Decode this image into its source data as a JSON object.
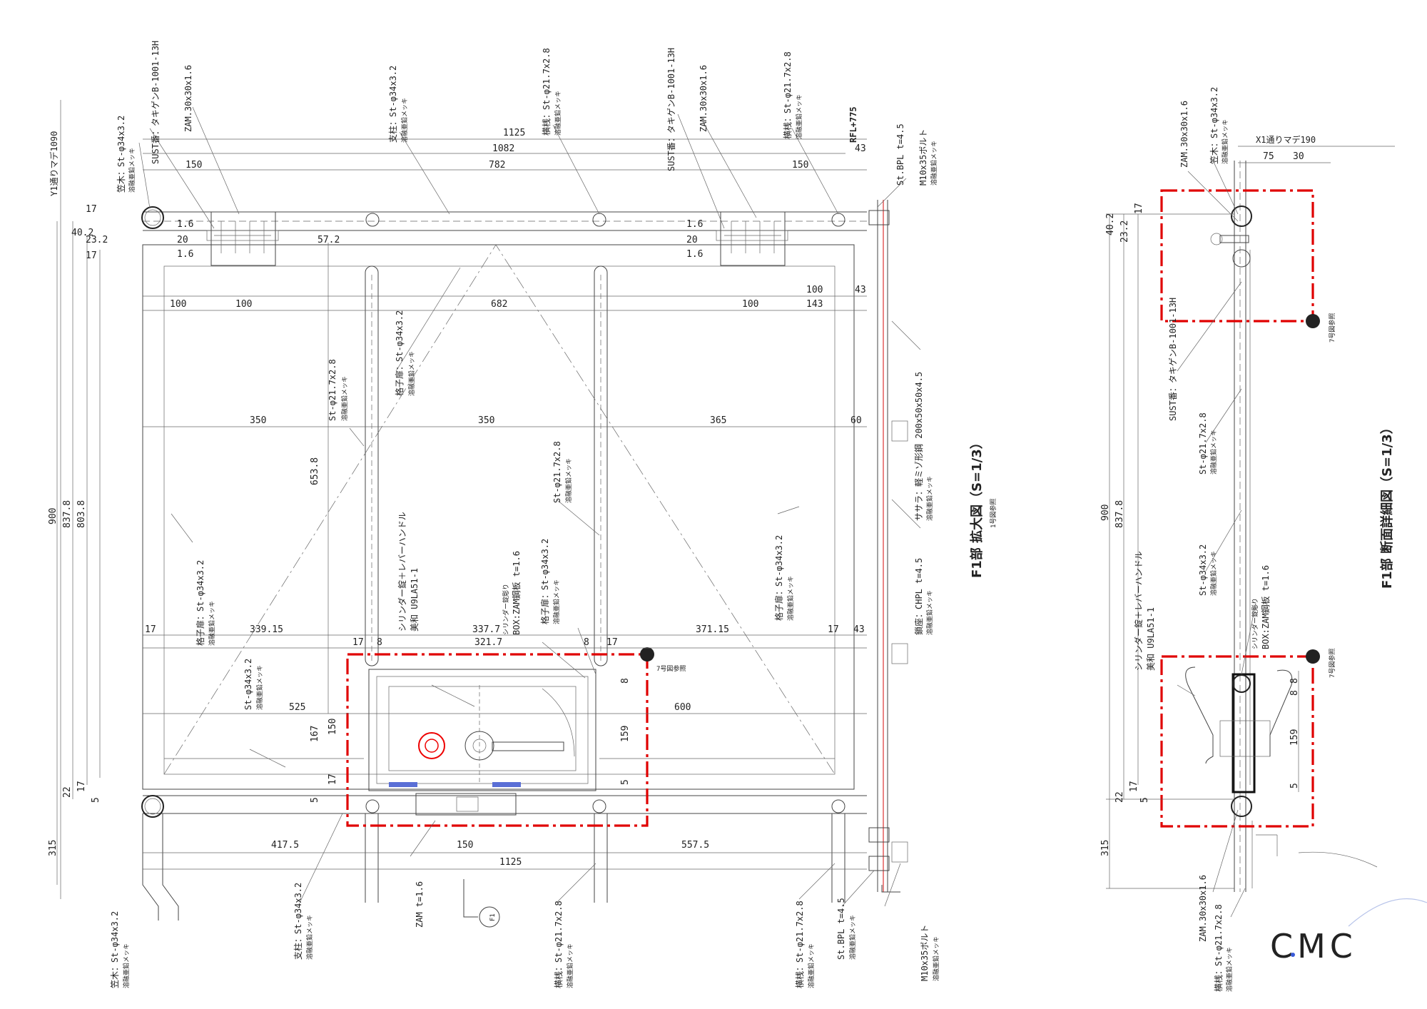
{
  "dims": {
    "top_1125": "1125",
    "top_1082": "1082",
    "top_43": "43",
    "top_150a": "150",
    "top_782": "782",
    "top_150b": "150",
    "l_17": "17",
    "l_40_2": "40.2",
    "l_23_2": "23.2",
    "l_17b": "17",
    "l_1_6a": "1.6",
    "l_20a": "20",
    "l_1_6b": "1.6",
    "r_1_6a": "1.6",
    "r_20": "20",
    "r_1_6b": "1.6",
    "v_57_2": "57.2",
    "h_100a": "100",
    "h_100b": "100",
    "h_682": "682",
    "h_100c": "100",
    "h_100d": "100",
    "h_143": "143",
    "h_43b": "43",
    "row_350a": "350",
    "row_350b": "350",
    "row_365": "365",
    "row_60": "60",
    "v_653_8": "653.8",
    "v_900": "900",
    "v_837_8": "837.8",
    "v_803_8": "803.8",
    "m_17a": "17",
    "m_339_15": "339.15",
    "m_337_7": "337.7",
    "m_371_15": "371.15",
    "m_17b": "17",
    "m_43": "43",
    "m_17c": "17",
    "m_8a": "8",
    "m_321_7": "321.7",
    "m_8b": "8",
    "m_17d": "17",
    "b_525": "525",
    "b_600": "600",
    "b_167": "167",
    "b_150": "150",
    "b_17": "17",
    "b_5": "5",
    "b_8": "8",
    "b_159": "159",
    "b_5b": "5",
    "b_22": "22",
    "b_17l": "17",
    "b_5l": "5",
    "b_315": "315",
    "bot_417_5": "417.5",
    "bot_150": "150",
    "bot_557_5": "557.5",
    "bot_1125": "1125",
    "s_40_2": "40.2",
    "s_23_2": "23.2",
    "s_17": "17",
    "s_75": "75",
    "s_30": "30",
    "s_900": "900",
    "s_837_8": "837.8",
    "s_8a": "8",
    "s_8b": "8",
    "s_159": "159",
    "s_5": "5",
    "s_22": "22",
    "s_17b": "17",
    "s_5b": "5",
    "s_315": "315"
  },
  "labels": {
    "y1": "Y1通りマデ1090",
    "kasagi": "笠木：St-φ34x3.2",
    "kasagi_sub": "溶融亜鉛メッキ",
    "sust1": "SUST番：タキゲンB-1001-13H",
    "zam1": "ZAM.30x30x1.6",
    "shichu": "支柱：St-φ34x3.2",
    "shichu_sub": "溶融亜鉛メッキ",
    "yokozan": "横桟：St-φ21.7x2.8",
    "yokozan_sub": "溶融亜鉛メッキ",
    "sust2": "SUST番：タキゲンB-1001-13H",
    "zam2": "ZAM.30x30x1.6",
    "yokozan2": "横桟：St-φ21.7x2.8",
    "yokozan2_sub": "溶融亜鉛メッキ",
    "rfl": "RFL+775",
    "stbpl": "St.BPL t=4.5",
    "m10": "M10x35ボルト",
    "m10_sub": "溶融亜鉛メッキ",
    "koushi_tobira": "格子扉：St-φ34x3.2",
    "koushi_tobira_sub": "溶融亜鉛メッキ",
    "st21_a": "St-φ21.7x2.8",
    "st21_a_sub": "溶融亜鉛メッキ",
    "st21_b": "St-φ21.7x2.8",
    "st21_b_sub": "溶融亜鉛メッキ",
    "sasara": "ササラ：軽ミゾ形鋼 200x50x50x4.5",
    "sasara_sub": "溶融亜鉛メッキ",
    "chpl": "鎖座：CHPL t=4.5",
    "chpl_sub": "溶融亜鉛メッキ",
    "koushi_l": "格子扉：St-φ34x3.2",
    "koushi_l_sub": "溶融亜鉛メッキ",
    "cylinder": "シリンダー錠＋レバーハンドル",
    "cylinder2": "美和 U9LA51-1",
    "cyl_box1": "シリンダー錠彫り",
    "cyl_box2": "BOX:ZAM鋼板 t=1.6",
    "koushi_c": "格子扉：St-φ34x3.2",
    "koushi_c_sub": "溶融亜鉛メッキ",
    "koushi_r": "格子扉：St-φ34x3.2",
    "koushi_r_sub": "溶融亜鉛メッキ",
    "st34_l": "St-φ34x3.2",
    "st34_l_sub": "溶融亜鉛メッキ",
    "ref7": "7号図参照",
    "zam_t": "ZAM t=1.6",
    "kasagi_b": "笠木：St-φ34x3.2",
    "kasagi_b_sub": "溶融亜鉛メッキ",
    "shichu_b": "支柱：St-φ34x3.2",
    "shichu_b_sub": "溶融亜鉛メッキ",
    "yokozan_b": "横桟：St-φ21.7x2.8",
    "yokozan_b_sub": "溶融亜鉛メッキ",
    "yokozan_b2": "横桟：St-φ21.7x2.8",
    "yokozan_b2_sub": "溶融亜鉛メッキ",
    "stbpl_b": "St.BPL t=4.5",
    "stbpl_b_sub": "溶融亜鉛メッキ",
    "m10_b": "M10x35ボルト",
    "m10_b_sub": "溶融亜鉛メッキ",
    "fl": "F1",
    "title_plan": "F1部 拡大図（S=1/3）",
    "title_plan_sub": "1号図参照",
    "title_sec": "F1部 断面詳細図（S=1/3）",
    "s_zam": "ZAM.30x30x1.6",
    "s_kasagi": "笠木：St-φ34x3.2",
    "s_kasagi_sub": "溶融亜鉛メッキ",
    "s_x1": "X1通りマデ190",
    "s_sust": "SUST番：タキゲンB-1001-13H",
    "s_st21": "St-φ21.7x2.8",
    "s_st21_sub": "溶融亜鉛メッキ",
    "s_st34": "St-φ34x3.2",
    "s_st34_sub": "溶融亜鉛メッキ",
    "s_cyl": "シリンダー錠＋レバーハンドル",
    "s_cyl2": "美和 U9LA51-1",
    "s_box1": "シリンダー錠彫り",
    "s_box2": "BOX:ZAM鋼板 t=1.6",
    "s_ref7a": "7号図参照",
    "s_ref7b": "7号図参照",
    "s_zam_b": "ZAM.30x30x1.6",
    "s_yokozan": "横桟：St-φ21.7x2.8",
    "s_yokozan_sub": "溶融亜鉛メッキ",
    "logo": "CMC"
  },
  "colors": {
    "line": "#444444",
    "highlight": "#e00000",
    "logo": "#1f3a8a",
    "accent": "#3a5bd9"
  }
}
